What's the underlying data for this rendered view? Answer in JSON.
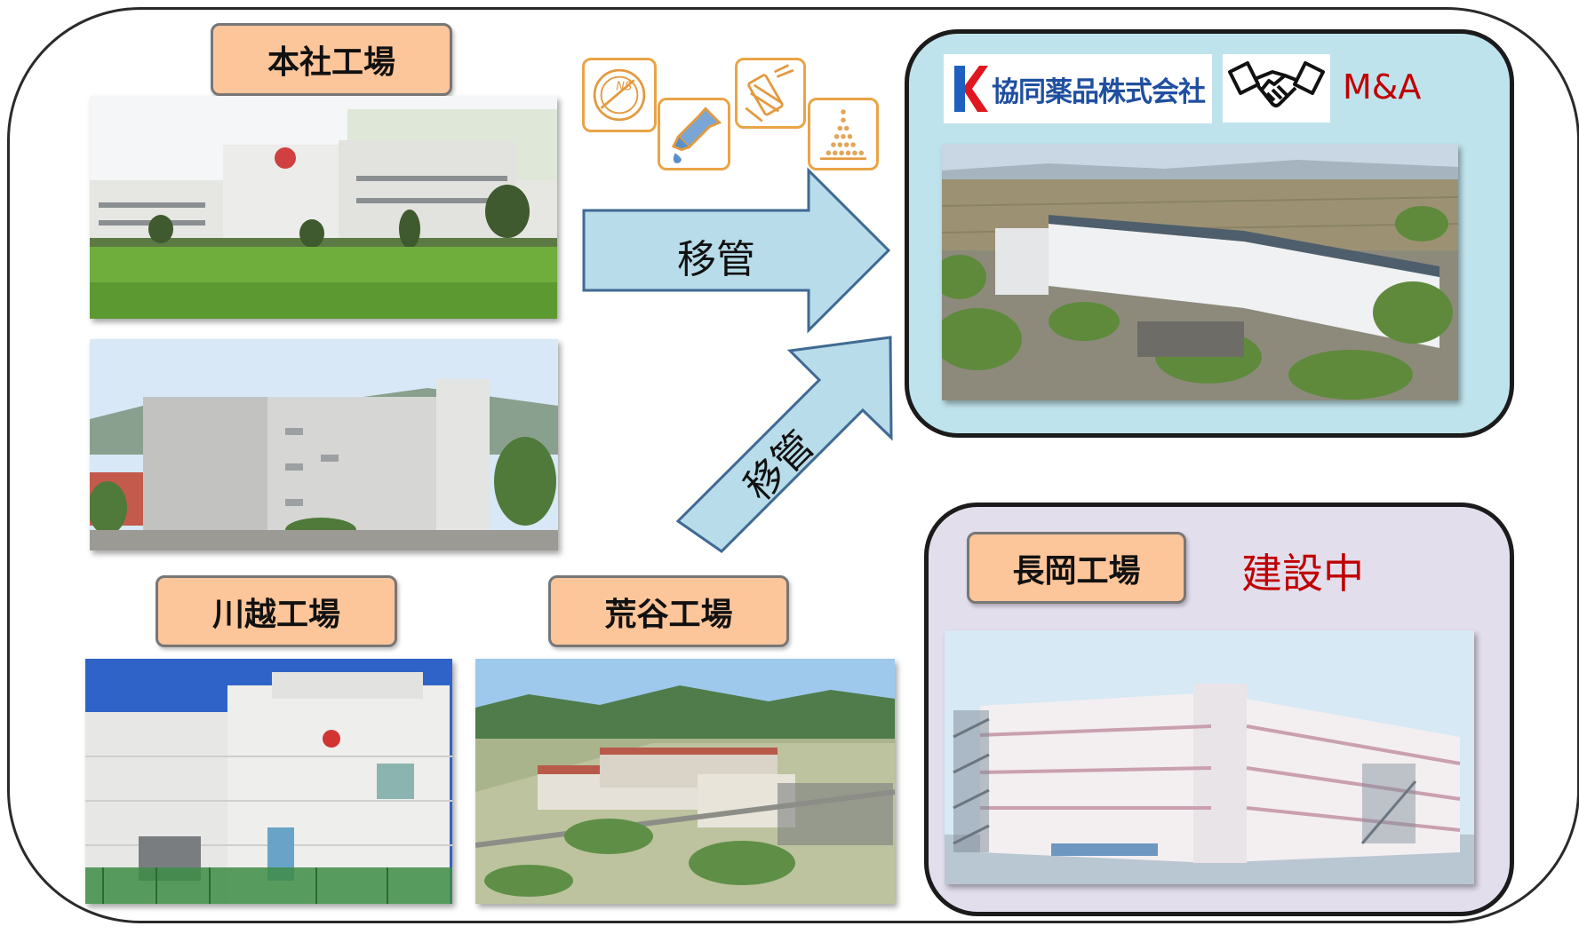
{
  "plants": {
    "honsha": "本社工場",
    "kawagoe": "川越工場",
    "araya": "荒谷工場",
    "nagaoka": "長岡工場"
  },
  "transfer_label_1": "移管",
  "transfer_label_2": "移管",
  "kyodo": {
    "company_name": "協同薬品株式会社",
    "deal": "M&A"
  },
  "construction_status": "建設中",
  "icons": [
    "tablet-icon",
    "eye-drop-icon",
    "ampoule-icon",
    "powder-icon",
    "handshake-icon"
  ],
  "colors": {
    "label_fill": "#fcc59a",
    "arrow_fill": "#b8dce9",
    "panel_kyodo": "#bfe3ec",
    "panel_nagaoka": "#e3deec",
    "icon_border": "#e9a447",
    "accent_red": "#c00000",
    "kyodo_logo_red": "#e0171f"
  }
}
